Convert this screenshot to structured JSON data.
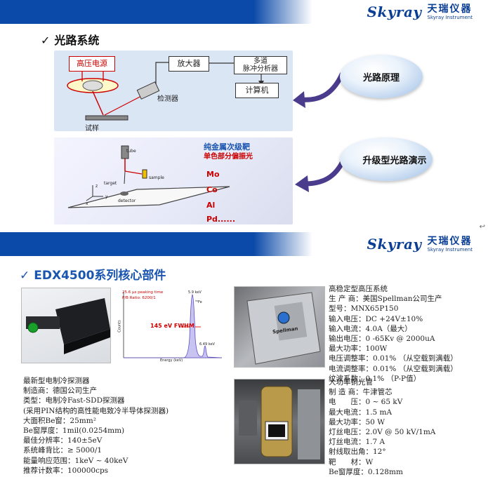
{
  "header": {
    "logo_script": "Skyray",
    "logo_cn": "天瑞仪器",
    "logo_en": "Skyray Instrument"
  },
  "section1": {
    "check": "✓",
    "title": "光路系统",
    "diagram": {
      "hv_source": "高压电源",
      "amplifier": "放大器",
      "mca": "多道\n脉冲分析器",
      "computer": "计算机",
      "detector": "检测器",
      "sample": "试样"
    },
    "button_principle": "光路原理",
    "button_upgrade": "升级型光路演示",
    "upgrade_diagram": {
      "title": "纯金属次级靶",
      "subtitle": "单色部分偏振光",
      "elements": [
        "Mo",
        "Co",
        "Al",
        "Pd......"
      ],
      "tube": "tube",
      "target": "target",
      "sample": "sample",
      "detector": "detector",
      "axis_x": "x",
      "axis_y": "y",
      "axis_z": "z"
    }
  },
  "side_arrow": "↩",
  "section2": {
    "check": "✓",
    "title": "EDX4500系列核心部件",
    "spectrum": {
      "peaking": "25.6 µs peaking time",
      "pb": "P/B Ratio: 6200/1",
      "fwhm": "145 eV FWHM",
      "peak1": "5.9 keV",
      "peak1b": "⁵⁵Fe",
      "peak2": "6.49 keV",
      "xlabel": "Energy (keV)",
      "ylabel": "Counts"
    },
    "detector_info": [
      "最新型电制冷探测器",
      "制造商：德国公司生产",
      "类型：电制冷Fast-SDD探测器",
      "(采用PIN结构的高性能电致冷半导体探测器)",
      "大面积Be窗：25mm²",
      "Be窗厚度：1mil(0.0254mm)",
      "最佳分辨率：140±5eV",
      "系统峰背比：≥ 5000/1",
      "能量响应范围：1keV ~ 40keV",
      "推荐计数率：100000cps"
    ],
    "hv_info": [
      "高稳定型高压系统",
      "生 产 商：美国Spellman公司生产",
      "型号：MNX65P150",
      "输入电压：DC +24V±10%",
      "输入电流：4.0A（最大）",
      "输出电压：0 -65Kv @ 2000uA",
      "最大功率：100W",
      "电压调整率：0.01% （从空载到满载）",
      "电流调整率：0.01% （从空载到满载）",
      "纹波系数：0.1% （P-P值）"
    ],
    "tube_info": [
      "大功率铜光管",
      "制 造 商：牛津管芯",
      "电　　压：0 ~ 65 kV",
      "最大电流：1.5 mA",
      "最大功率：50 W",
      "灯丝电压：2.0V @ 50 kV/1mA",
      "灯丝电流：1.7 A",
      "射线取出角：12°",
      "靶　　材：W",
      "Be窗厚度：0.128mm"
    ],
    "spellman_label": "Spellman"
  }
}
